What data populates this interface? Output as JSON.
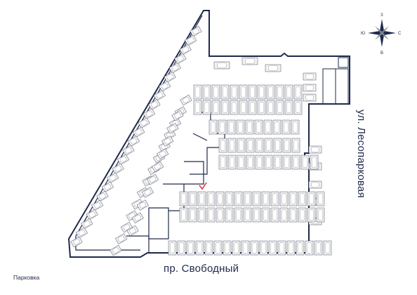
{
  "streets": {
    "bottom": "пр. Свободный",
    "right": "ул. Лесопарковая"
  },
  "caption": "Парковка",
  "compass": {
    "north": "З",
    "east": "С",
    "south": "В",
    "west": "Ю"
  },
  "colors": {
    "wall": "#1e2a4a",
    "spot_fill": "#f2f2f2",
    "car": "#bfbfbf",
    "marker": "#d93030"
  },
  "icons": {
    "compass": "compass-rose-icon",
    "marker": "checkmark-icon"
  }
}
